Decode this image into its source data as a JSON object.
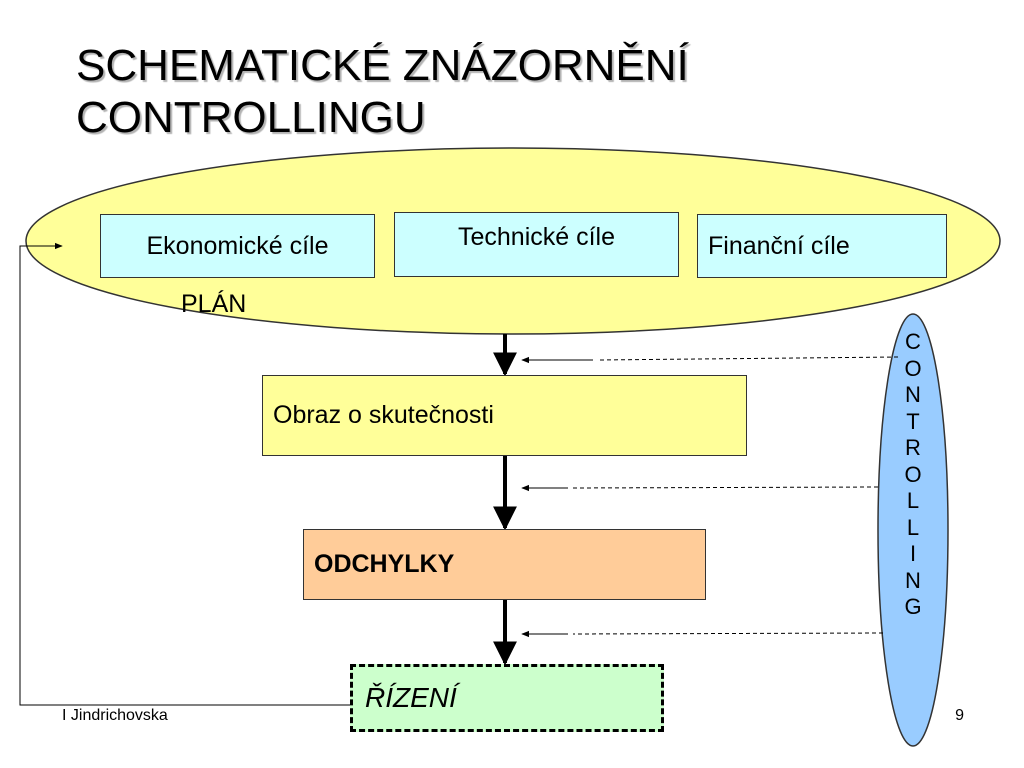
{
  "slide": {
    "title_line1": "SCHEMATICKÉ ZNÁZORNĚNÍ",
    "title_line2": "CONTROLLINGU",
    "footer_author": "I Jindrichovska",
    "page_number": "9"
  },
  "plan": {
    "label": "PLÁN",
    "goals": [
      "Ekonomické cíle",
      "Technické cíle",
      "Finanční cíle"
    ]
  },
  "flow": {
    "obraz": "Obraz o skutečnosti",
    "odchylky": "ODCHYLKY",
    "rizeni": "ŘÍZENÍ"
  },
  "controlling": {
    "letters": [
      "C",
      "O",
      "N",
      "T",
      "R",
      "O",
      "L",
      "L",
      "I",
      "N",
      "G"
    ]
  },
  "colors": {
    "plan_ellipse": "#ffff99",
    "goal_boxes": "#ccffff",
    "obraz_box": "#ffff99",
    "odchylky_box": "#ffcc99",
    "rizeni_box": "#ccffcc",
    "controlling_ellipse": "#99ccff"
  }
}
